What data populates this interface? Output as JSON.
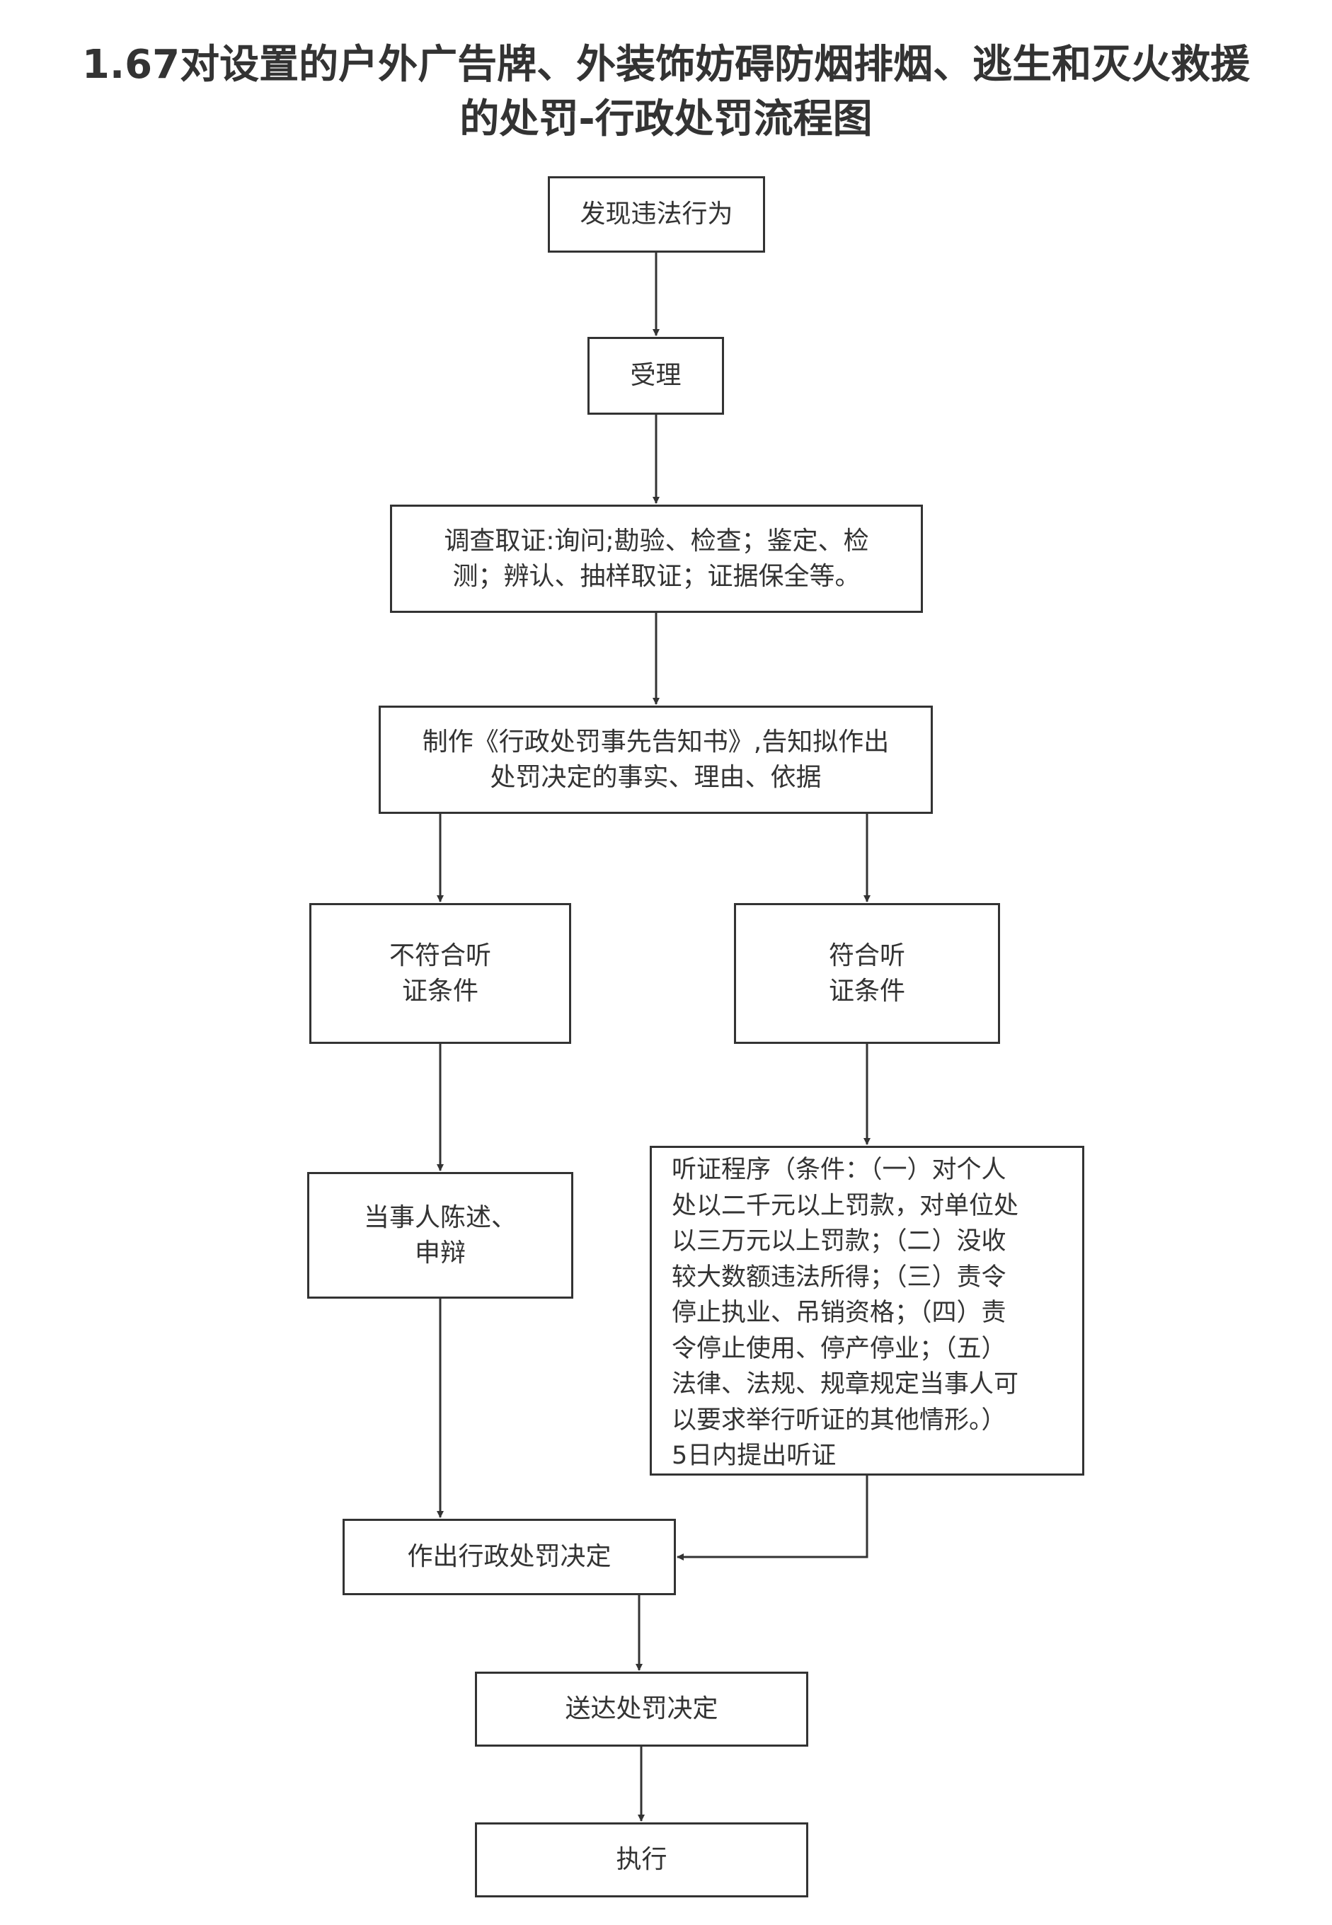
{
  "title": {
    "line1": "1.67对设置的户外广告牌、外装饰妨碍防烟排烟、逃生和灭火救援",
    "line2": "的处罚-行政处罚流程图"
  },
  "nodes": {
    "discover": "发现违法行为",
    "accept": "受理",
    "investigate_line1": "调查取证:询问;勘验、检查；鉴定、检",
    "investigate_line2": "测；辨认、抽样取证；证据保全等。",
    "notice_line1": "制作《行政处罚事先告知书》,告知拟作出",
    "notice_line2": "处罚决定的事实、理由、依据",
    "not_eligible_line1": "不符合听",
    "not_eligible_line2": "证条件",
    "eligible_line1": "符合听",
    "eligible_line2": "证条件",
    "statement_line1": "当事人陈述、",
    "statement_line2": "申辩",
    "hearing_lines": [
      "听证程序（条件：（一）对个人",
      "处以二千元以上罚款，对单位处",
      "以三万元以上罚款；（二）没收",
      "较大数额违法所得；（三）责令",
      "停止执业、吊销资格；（四）责",
      "令停止使用、停产停业；（五）",
      "法律、法规、规章规定当事人可",
      "以要求举行听证的其他情形。）",
      "5日内提出听证"
    ],
    "decision": "作出行政处罚决定",
    "deliver": "送达处罚决定",
    "execute": "执行"
  },
  "colors": {
    "line": "#333333",
    "text": "#333333",
    "background": "#ffffff"
  }
}
